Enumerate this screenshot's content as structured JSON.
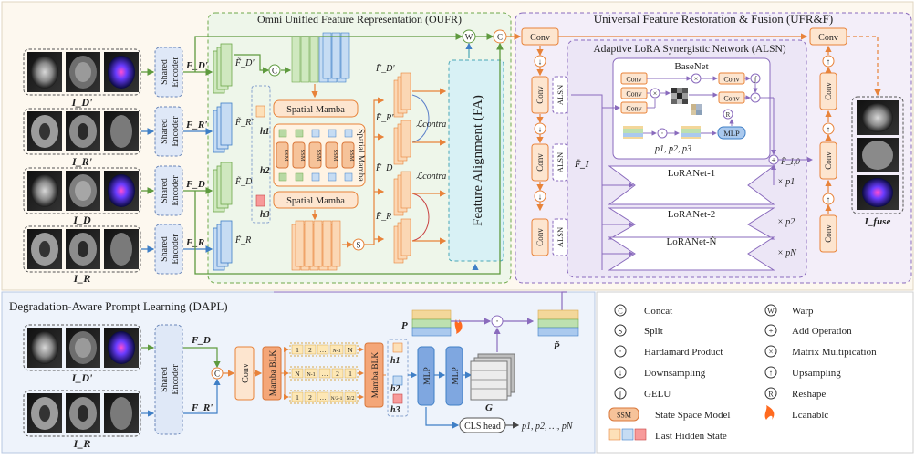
{
  "sections": {
    "oufr": "Omni Unified Feature Representation (OUFR)",
    "ufrf": "Universal Feature Restoration & Fusion (UFR&F)",
    "alsn": "Adaptive LoRA Synergistic Network (ALSN)",
    "dapl": "Degradation-Aware Prompt Learning (DAPL)"
  },
  "inputs": [
    {
      "label": "Iᴅ′"
    },
    {
      "label": "Iʀ′"
    },
    {
      "label": "Iᴅ"
    },
    {
      "label": "Iʀ"
    }
  ],
  "input_labels": [
    "I_D'",
    "I_R'",
    "I_D",
    "I_R"
  ],
  "encoder_label": "Shared Encoder",
  "encoder_lines": [
    "Shared",
    "Encoder"
  ],
  "feature_labels": [
    "F_D'",
    "F_R'",
    "F_D",
    "F_R"
  ],
  "tilde_labels": [
    "F̃_D'",
    "F̃_R'",
    "F̃_D",
    "F̃_R"
  ],
  "bar_labels": [
    "F̄_D'",
    "F̄_R'",
    "F̄_D",
    "F̄_R"
  ],
  "h_labels": [
    "h1",
    "h2",
    "h3"
  ],
  "spatial_mamba": "Spatial Mamba",
  "ssm": "SSM",
  "loss_contra": "ℒcontra",
  "feature_alignment": "Feature Alignment (FA)",
  "conv": "Conv",
  "alsn_short": "ALSN",
  "basenet": "BaseNet",
  "mlp": "MLP",
  "p_list": "p1, p2, p3",
  "lora": [
    "LoRANet-1",
    "LoRANet-2",
    "LoRANet-Ñ"
  ],
  "lora_mult": [
    "× p1",
    "× p2",
    "× pN"
  ],
  "f_i": "F̄_I",
  "f_io": "F̄_I,0",
  "fuse": "I_fuse",
  "dapl": {
    "conv": "Conv",
    "mamba_blk": "Mamba BLK",
    "seq1": [
      "1",
      "2",
      "…",
      "N-1",
      "N"
    ],
    "seq2": [
      "N",
      "N-1",
      "…",
      "2",
      "1"
    ],
    "seq3": [
      "1",
      "2",
      "…",
      "N/2-1",
      "N/2"
    ],
    "P": "P",
    "P_tilde": "P̃",
    "G": "G",
    "cls": "CLS head",
    "cls_out": "p1, p2, …, pN"
  },
  "legend": [
    {
      "sym": "C",
      "text": "Concat"
    },
    {
      "sym": "W",
      "text": "Warp"
    },
    {
      "sym": "S",
      "text": "Split"
    },
    {
      "sym": "+",
      "text": "Add Operation"
    },
    {
      "sym": "·",
      "text": "Hardamard Product"
    },
    {
      "sym": "×",
      "text": "Matrix Multipication"
    },
    {
      "sym": "↓",
      "text": "Downsampling"
    },
    {
      "sym": "↑",
      "text": "Upsampling"
    },
    {
      "sym": "∫",
      "text": "GELU"
    },
    {
      "sym": "R",
      "text": "Reshape"
    },
    {
      "sym": "SSM",
      "text": "State Space Model"
    },
    {
      "sym": "fire",
      "text": "Lcanablc"
    },
    {
      "sym": "cubes",
      "text": "Last Hidden State"
    }
  ],
  "colors": {
    "green": "#6fa84b",
    "blue": "#3f7fc6",
    "orange": "#e8833a",
    "purple": "#8a6bbd",
    "oufr_bg": "#eef6ea",
    "ufrf_bg": "#f3eef9",
    "dapl_bg": "#eef3fb"
  }
}
